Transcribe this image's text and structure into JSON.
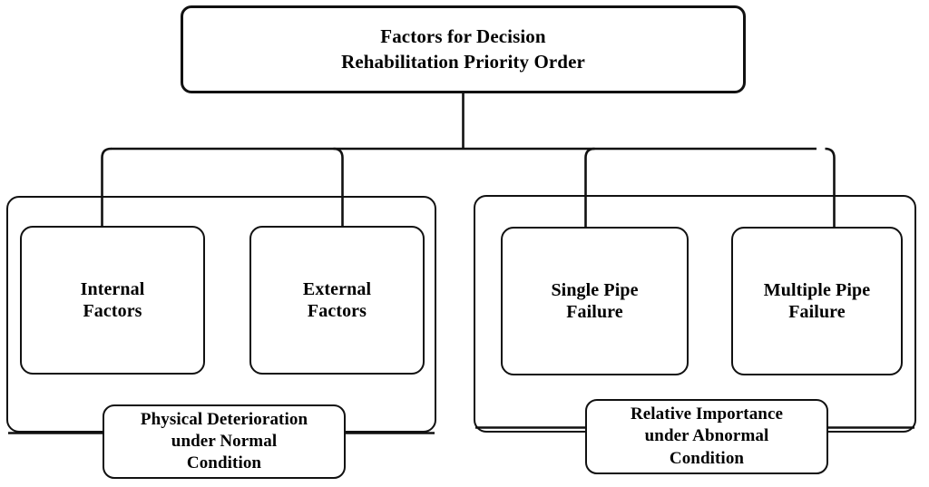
{
  "diagram": {
    "title": "Factors for Decision Rehabilitation Priority Order",
    "type": "hierarchical-tree",
    "background_color": "#ffffff",
    "line_color": "#111111",
    "text_color": "#000000",
    "root": {
      "id": "root",
      "label": "Factors for Decision\nRehabilitation Priority Order"
    },
    "groups": [
      {
        "id": "group-internal-external",
        "caption": "Physical Deterioration\nunder Normal\nCondition",
        "children": [
          {
            "id": "internal-factors",
            "label": "Internal\nFactors"
          },
          {
            "id": "external-factors",
            "label": "External\nFactors"
          }
        ]
      },
      {
        "id": "group-pipe-failure",
        "caption": "Relative Importance\nunder Abnormal\nCondition",
        "children": [
          {
            "id": "single-pipe-failure",
            "label": "Single Pipe\nFailure"
          },
          {
            "id": "multiple-pipe-failure",
            "label": "Multiple Pipe\nFailure"
          }
        ]
      }
    ]
  }
}
